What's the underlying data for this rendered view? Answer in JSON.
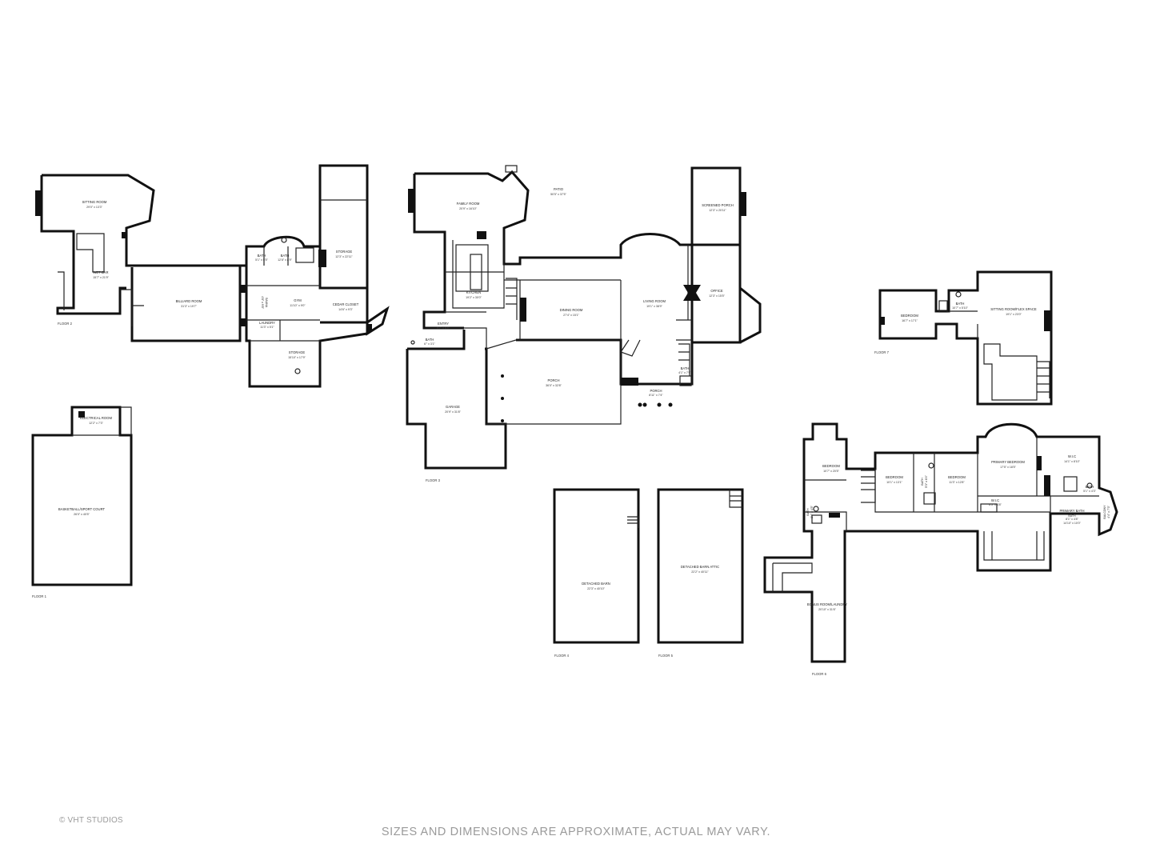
{
  "floors": [
    {
      "label": "FLOOR 1",
      "rooms": [
        {
          "name": "ELECTRICAL ROOM",
          "dim": "12'2\" x 7'3\""
        },
        {
          "name": "BASKETBALL/SPORT COURT",
          "dim": "26'0\" x 40'5\""
        }
      ]
    },
    {
      "label": "FLOOR 2",
      "rooms": [
        {
          "name": "SITTING ROOM",
          "dim": "29'0\" x 13'3\""
        },
        {
          "name": "WET BAR",
          "dim": "15'7\" x 21'9\""
        },
        {
          "name": "BILLIARD ROOM",
          "dim": "31'3\" x 19'7\""
        },
        {
          "name": "BATH",
          "dim": "5'1\" x 5'5\""
        },
        {
          "name": "BATH",
          "dim": "12'8\" x 8'9\""
        },
        {
          "name": "STORAGE",
          "dim": "12'3\" x 22'11\""
        },
        {
          "name": "GYM",
          "dim": "11'10\" x 9'0\""
        },
        {
          "name": "SAUNA",
          "dim": "4'8\" x 9'8\""
        },
        {
          "name": "CEDAR CLOSET",
          "dim": "14'6\" x 9'3\""
        },
        {
          "name": "LAUNDRY",
          "dim": "11'3\" x 5'1\""
        },
        {
          "name": "STORAGE",
          "dim": "15'10\" x 17'9\""
        }
      ]
    },
    {
      "label": "FLOOR 3",
      "rooms": [
        {
          "name": "FAMILY ROOM",
          "dim": "20'9\" x 16'10\""
        },
        {
          "name": "PATIO",
          "dim": "50'5\" x 37'5\""
        },
        {
          "name": "SCREENED PORCH",
          "dim": "12'3\" x 20'11\""
        },
        {
          "name": "KITCHEN",
          "dim": "19'2\" x 30'0\""
        },
        {
          "name": "DINING ROOM",
          "dim": "27'4\" x 15'1\""
        },
        {
          "name": "LIVING ROOM",
          "dim": "19'1\" x 38'9\""
        },
        {
          "name": "OFFICE",
          "dim": "12'3\" x 15'5\""
        },
        {
          "name": "ENTRY",
          "dim": "9'7\" x 6'4\""
        },
        {
          "name": "BATH",
          "dim": "6'\" x 3'1\""
        },
        {
          "name": "BATH",
          "dim": "4'1\" x 7'9\""
        },
        {
          "name": "PORCH",
          "dim": "36'0\" x 32'8\""
        },
        {
          "name": "PORCH",
          "dim": "8'11\" x 7'4\""
        },
        {
          "name": "GARAGE",
          "dim": "20'9\" x 31'8\""
        }
      ]
    },
    {
      "label": "FLOOR 4",
      "rooms": [
        {
          "name": "DETACHED BARN",
          "dim": "22'3\" x 40'10\""
        }
      ]
    },
    {
      "label": "FLOOR 5",
      "rooms": [
        {
          "name": "DETACHED BARN ATTIC",
          "dim": "22'2\" x 40'11\""
        }
      ]
    },
    {
      "label": "FLOOR 6",
      "rooms": [
        {
          "name": "BEDROOM",
          "dim": "10'7\" x 20'5\""
        },
        {
          "name": "BEDROOM",
          "dim": "10'1\" x 13'1\""
        },
        {
          "name": "BEDROOM",
          "dim": "11'3\" x 12'8\""
        },
        {
          "name": "BATH",
          "dim": "8'4\" x 4'5\""
        },
        {
          "name": "BATH",
          "dim": "5'3\" x 8'4\""
        },
        {
          "name": "BATH",
          "dim": "8'1\" x 4'8\""
        },
        {
          "name": "PRIMARY BEDROOM",
          "dim": "17'5\" x 18'5\""
        },
        {
          "name": "W.I.C",
          "dim": "14'1\" x 8'10\""
        },
        {
          "name": "W.I.C",
          "dim": "6'5\" x 4'8\""
        },
        {
          "name": "BATH",
          "dim": "5'1\" x 4'3\""
        },
        {
          "name": "PRIMARY BATH",
          "dim": "14'10\" x 10'0\""
        },
        {
          "name": "BALCONY",
          "dim": "4'4\" x 7'3\""
        },
        {
          "name": "BONUS ROOM/LAUNDRY",
          "dim": "20'10\" x 31'6\""
        }
      ]
    },
    {
      "label": "FLOOR 7",
      "rooms": [
        {
          "name": "BEDROOM",
          "dim": "16'7\" x 17'1\""
        },
        {
          "name": "BATH",
          "dim": "10'7\" x 5'10\""
        },
        {
          "name": "SITTING ROOM/FLEX SPACE",
          "dim": "19'1\" x 23'0\""
        }
      ]
    }
  ],
  "disclaimer": "SIZES AND DIMENSIONS ARE APPROXIMATE, ACTUAL MAY VARY.",
  "copyright": "© VHT STUDIOS"
}
